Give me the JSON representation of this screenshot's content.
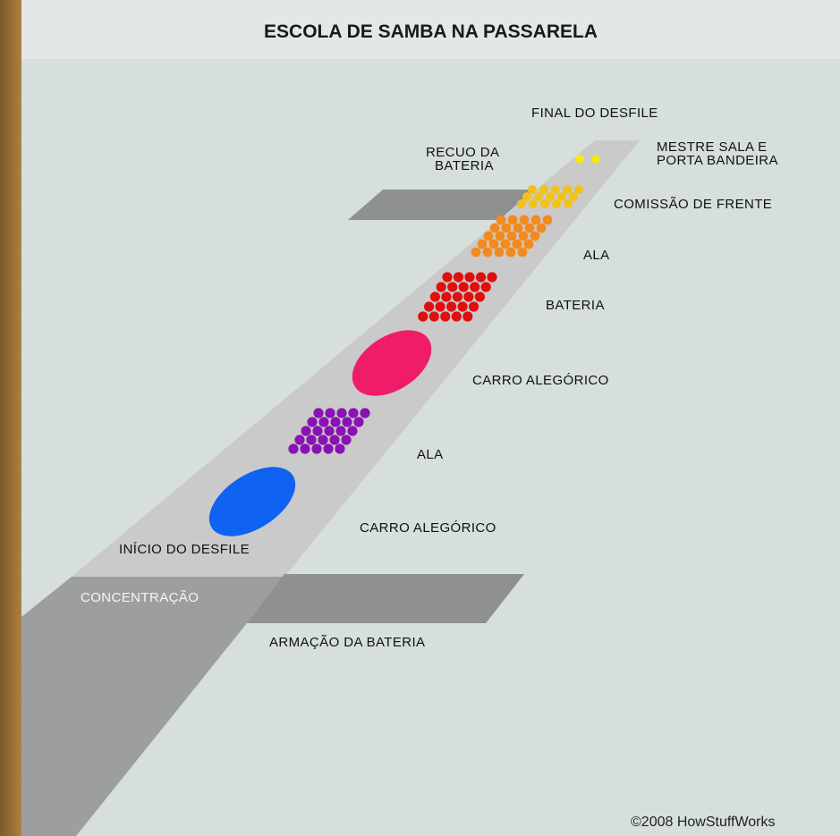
{
  "title": "ESCOLA DE SAMBA NA PASSARELA",
  "labels": {
    "final_desfile": "FINAL DO DESFILE",
    "recuo_bateria_1": "RECUO DA",
    "recuo_bateria_2": "BATERIA",
    "mestre_sala_1": "MESTRE SALA E",
    "mestre_sala_2": "PORTA BANDEIRA",
    "comissao_frente": "COMISSÃO DE FRENTE",
    "ala_top": "ALA",
    "bateria": "BATERIA",
    "carro_alegorico_top": "CARRO ALEGÓRICO",
    "ala_bottom": "ALA",
    "carro_alegorico_bottom": "CARRO ALEGÓRICO",
    "inicio_desfile": "INÍCIO DO DESFILE",
    "concentracao": "CONCENTRAÇÃO",
    "armacao_bateria": "ARMAÇÃO DA BATERIA",
    "copyright": "©2008  HowStuffWorks"
  },
  "colors": {
    "mestre_sala": "#f4e81a",
    "comissao_frente": "#f2c21a",
    "ala_top": "#f28a1e",
    "bateria": "#e00f0f",
    "carro_top": "#ef1c6a",
    "ala_bottom": "#8a12b2",
    "carro_bottom": "#0f62f2",
    "runway": "#c8c9c9",
    "lane": "#9a9b9b"
  }
}
